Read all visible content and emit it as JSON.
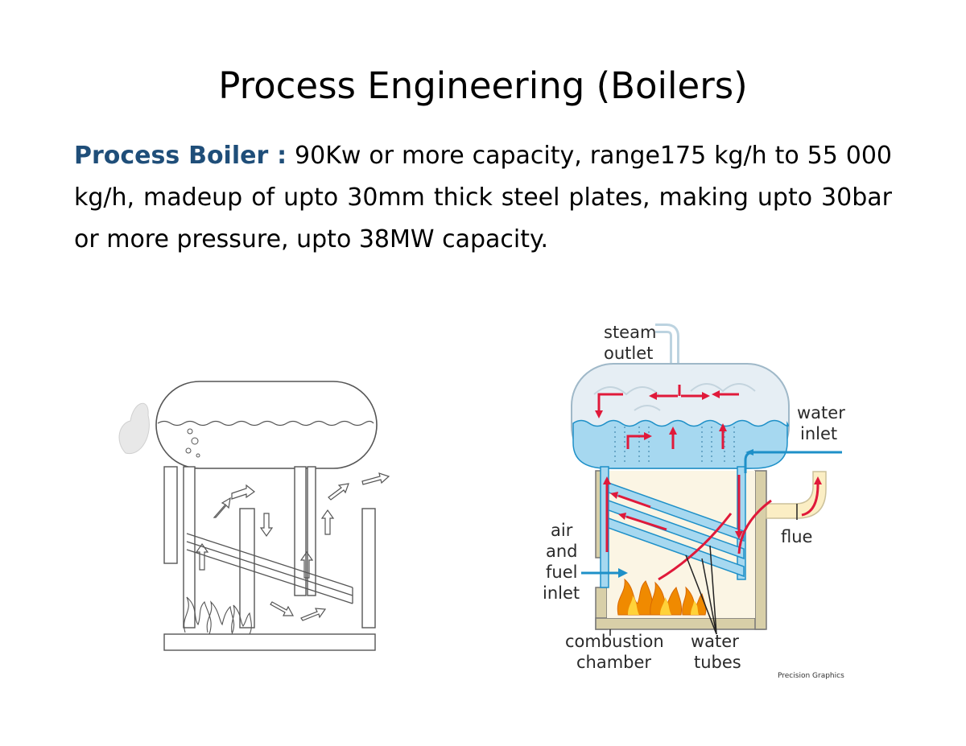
{
  "slide": {
    "title": "Process Engineering (Boilers)",
    "term": "Process Boiler :",
    "description": " 90Kw or more capacity, range175 kg/h to 55 000 kg/h, madeup of upto 30mm thick steel plates, making upto 30bar or more pressure, upto 38MW capacity."
  },
  "diagram": {
    "labels": {
      "steam_line1": "steam",
      "steam_line2": "outlet",
      "water_inlet_line1": "water",
      "water_inlet_line2": "inlet",
      "flue": "flue",
      "air_line1": "air",
      "air_line2": "and",
      "air_line3": "fuel",
      "air_line4": "inlet",
      "combustion_line1": "combustion",
      "combustion_line2": "chamber",
      "tubes_line1": "water",
      "tubes_line2": "tubes"
    },
    "credit": "Precision Graphics",
    "colors": {
      "water": "#a6d8f0",
      "tube_outline": "#1e90c8",
      "flow_arrow": "#e0193a",
      "flame": "#f08a00",
      "wall": "#d8cfa8"
    }
  }
}
